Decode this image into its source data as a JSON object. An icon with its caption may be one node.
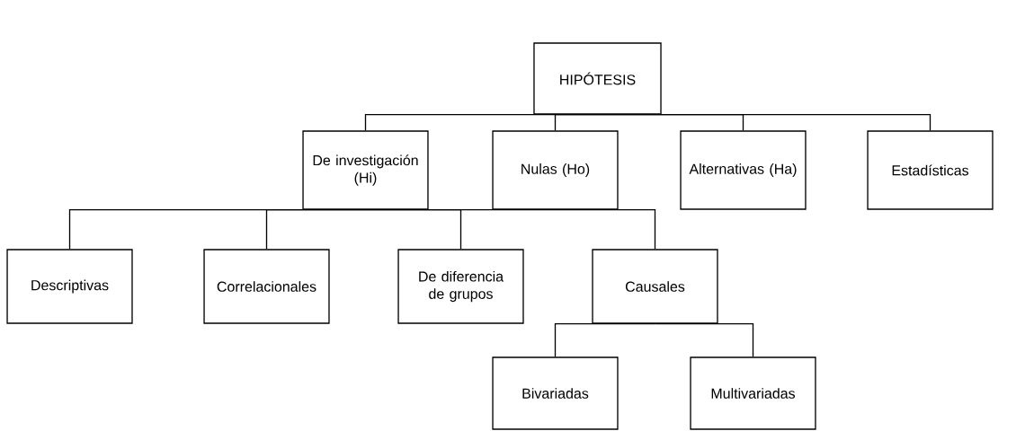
{
  "diagram": {
    "nodes": [
      {
        "text": [
          "HIPÓTESIS"
        ]
      },
      {
        "text": [
          "De investigación (Hi)"
        ]
      },
      {
        "text": [
          "Nulas (Ho)"
        ]
      },
      {
        "text": [
          "Alternativas (Ha)"
        ]
      },
      {
        "text": [
          "Estadísticas"
        ]
      },
      {
        "text": [
          "Descriptivas"
        ]
      },
      {
        "text": [
          "Correlacionales"
        ]
      },
      {
        "text": [
          "De diferencia de grupos"
        ]
      },
      {
        "text": [
          "Causales"
        ]
      },
      {
        "text": [
          "Bivariadas"
        ]
      },
      {
        "text": [
          "Multivariadas"
        ]
      }
    ],
    "edges": [
      {
        "from": 0,
        "to": 1,
        "arrow": "none"
      },
      {
        "from": 0,
        "to": 2,
        "arrow": "none"
      },
      {
        "from": 0,
        "to": 3,
        "arrow": "none"
      },
      {
        "from": 0,
        "to": 4,
        "arrow": "none"
      },
      {
        "from": 1,
        "to": 5,
        "arrow": "none"
      },
      {
        "from": 1,
        "to": 6,
        "arrow": "none"
      },
      {
        "from": 1,
        "to": 7,
        "arrow": "none"
      },
      {
        "from": 1,
        "to": 8,
        "arrow": "none"
      },
      {
        "from": 8,
        "to": 9,
        "arrow": "none"
      },
      {
        "from": 8,
        "to": 10,
        "arrow": "none"
      }
    ]
  }
}
